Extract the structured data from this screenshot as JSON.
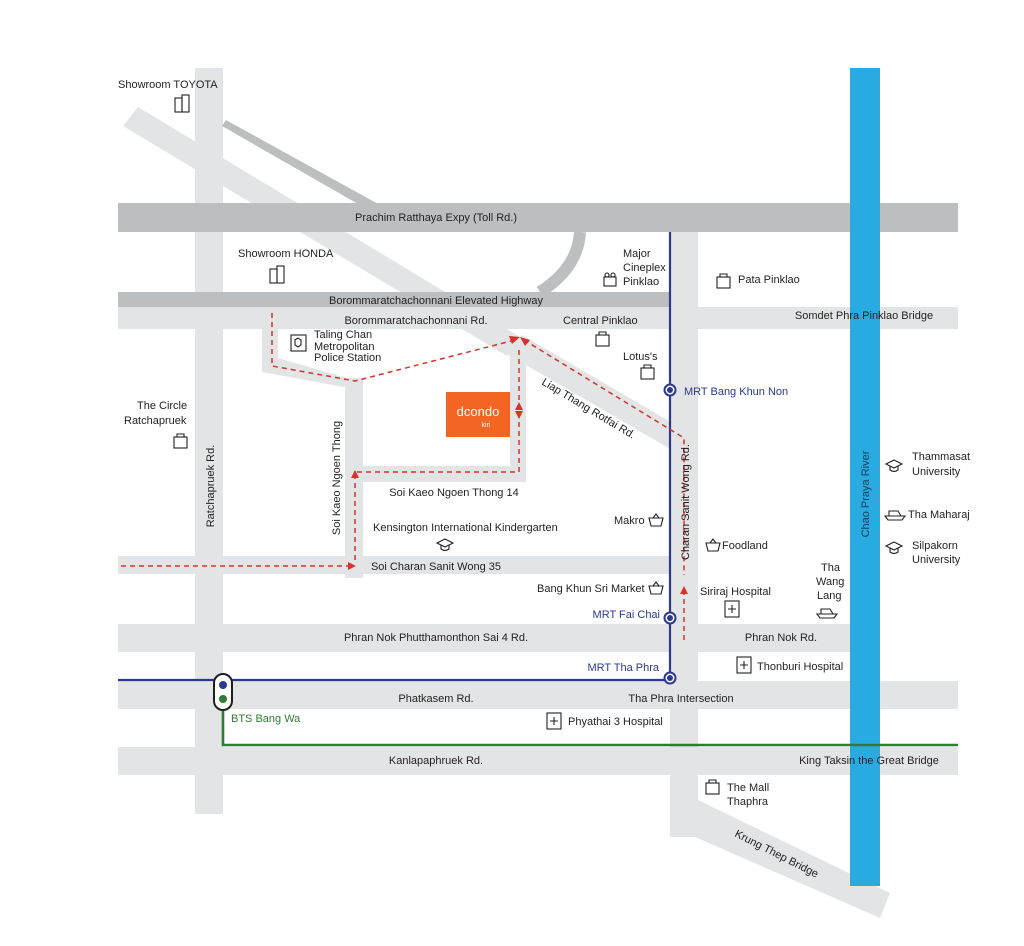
{
  "colors": {
    "road": "#e3e4e5",
    "highway": "#bcbec0",
    "river": "#29abe2",
    "mrt_line": "#2b3990",
    "bts_line": "#2e7d32",
    "route": "#d7332b",
    "project": "#f26522",
    "text": "#231f20"
  },
  "project": {
    "logo_main": "dcondo",
    "logo_sub": "kiri"
  },
  "roads": {
    "prachim": "Prachim Ratthaya Expy (Toll Rd.)",
    "elevated": "Borommaratchachonnani Elevated Highway",
    "borom_rd": "Borommaratchachonnani Rd.",
    "somdet_bridge": "Somdet Phra Pinklao Bridge",
    "liap_thang": "Liap Thang Rotfai Rd.",
    "ratchapruek": "Ratchapruek Rd.",
    "soi_kaeo": "Soi Kaeo Ngoen Thong",
    "soi_kaeo_14": "Soi Kaeo Ngoen Thong 14",
    "soi_charan_35": "Soi Charan Sanit Wong 35",
    "charan": "Charan Sanit Wong  Rd.",
    "phran_nok_sai4": "Phran Nok Phutthamonthon Sai 4 Rd.",
    "phran_nok": "Phran Nok Rd.",
    "phatkasem": "Phatkasem Rd.",
    "tha_phra_int": "Tha Phra Intersection",
    "kanlapa": "Kanlapaphruek Rd.",
    "king_taksin": "King Taksin the Great Bridge",
    "krung_thep": "Krung Thep Bridge",
    "river": "Chao Praya River"
  },
  "stations": {
    "mrt_bang_khun_non": "MRT Bang Khun Non",
    "mrt_fai_chai": "MRT Fai Chai",
    "mrt_tha_phra": "MRT Tha Phra",
    "bts_bang_wa": "BTS Bang Wa"
  },
  "places": {
    "toyota": "Showroom TOYOTA",
    "honda": "Showroom HONDA",
    "major_1": "Major",
    "major_2": "Cineplex",
    "major_3": "Pinklao",
    "pata": "Pata Pinklao",
    "central": "Central Pinklao",
    "lotus": "Lotus's",
    "police_1": "Taling Chan",
    "police_2": "Metropolitan",
    "police_3": "Police Station",
    "circle_1": "The Circle",
    "circle_2": "Ratchapruek",
    "kensington": "Kensington International Kindergarten",
    "makro": "Makro",
    "foodland": "Foodland",
    "bkhs_market": "Bang Khun Sri Market",
    "siriraj": "Siriraj Hospital",
    "tha_wang_1": "Tha",
    "tha_wang_2": "Wang",
    "tha_wang_3": "Lang",
    "thonburi": "Thonburi Hospital",
    "phyathai": "Phyathai 3 Hospital",
    "mall_1": "The Mall",
    "mall_2": "Thaphra",
    "thammasat_1": "Thammasat",
    "thammasat_2": "University",
    "maharaj": "Tha Maharaj",
    "silpakorn_1": "Silpakorn",
    "silpakorn_2": "University"
  },
  "icons": [
    "building-icon",
    "shopping-bag-icon",
    "cinema-icon",
    "police-icon",
    "graduation-cap-icon",
    "basket-icon",
    "hospital-icon",
    "boat-icon"
  ]
}
